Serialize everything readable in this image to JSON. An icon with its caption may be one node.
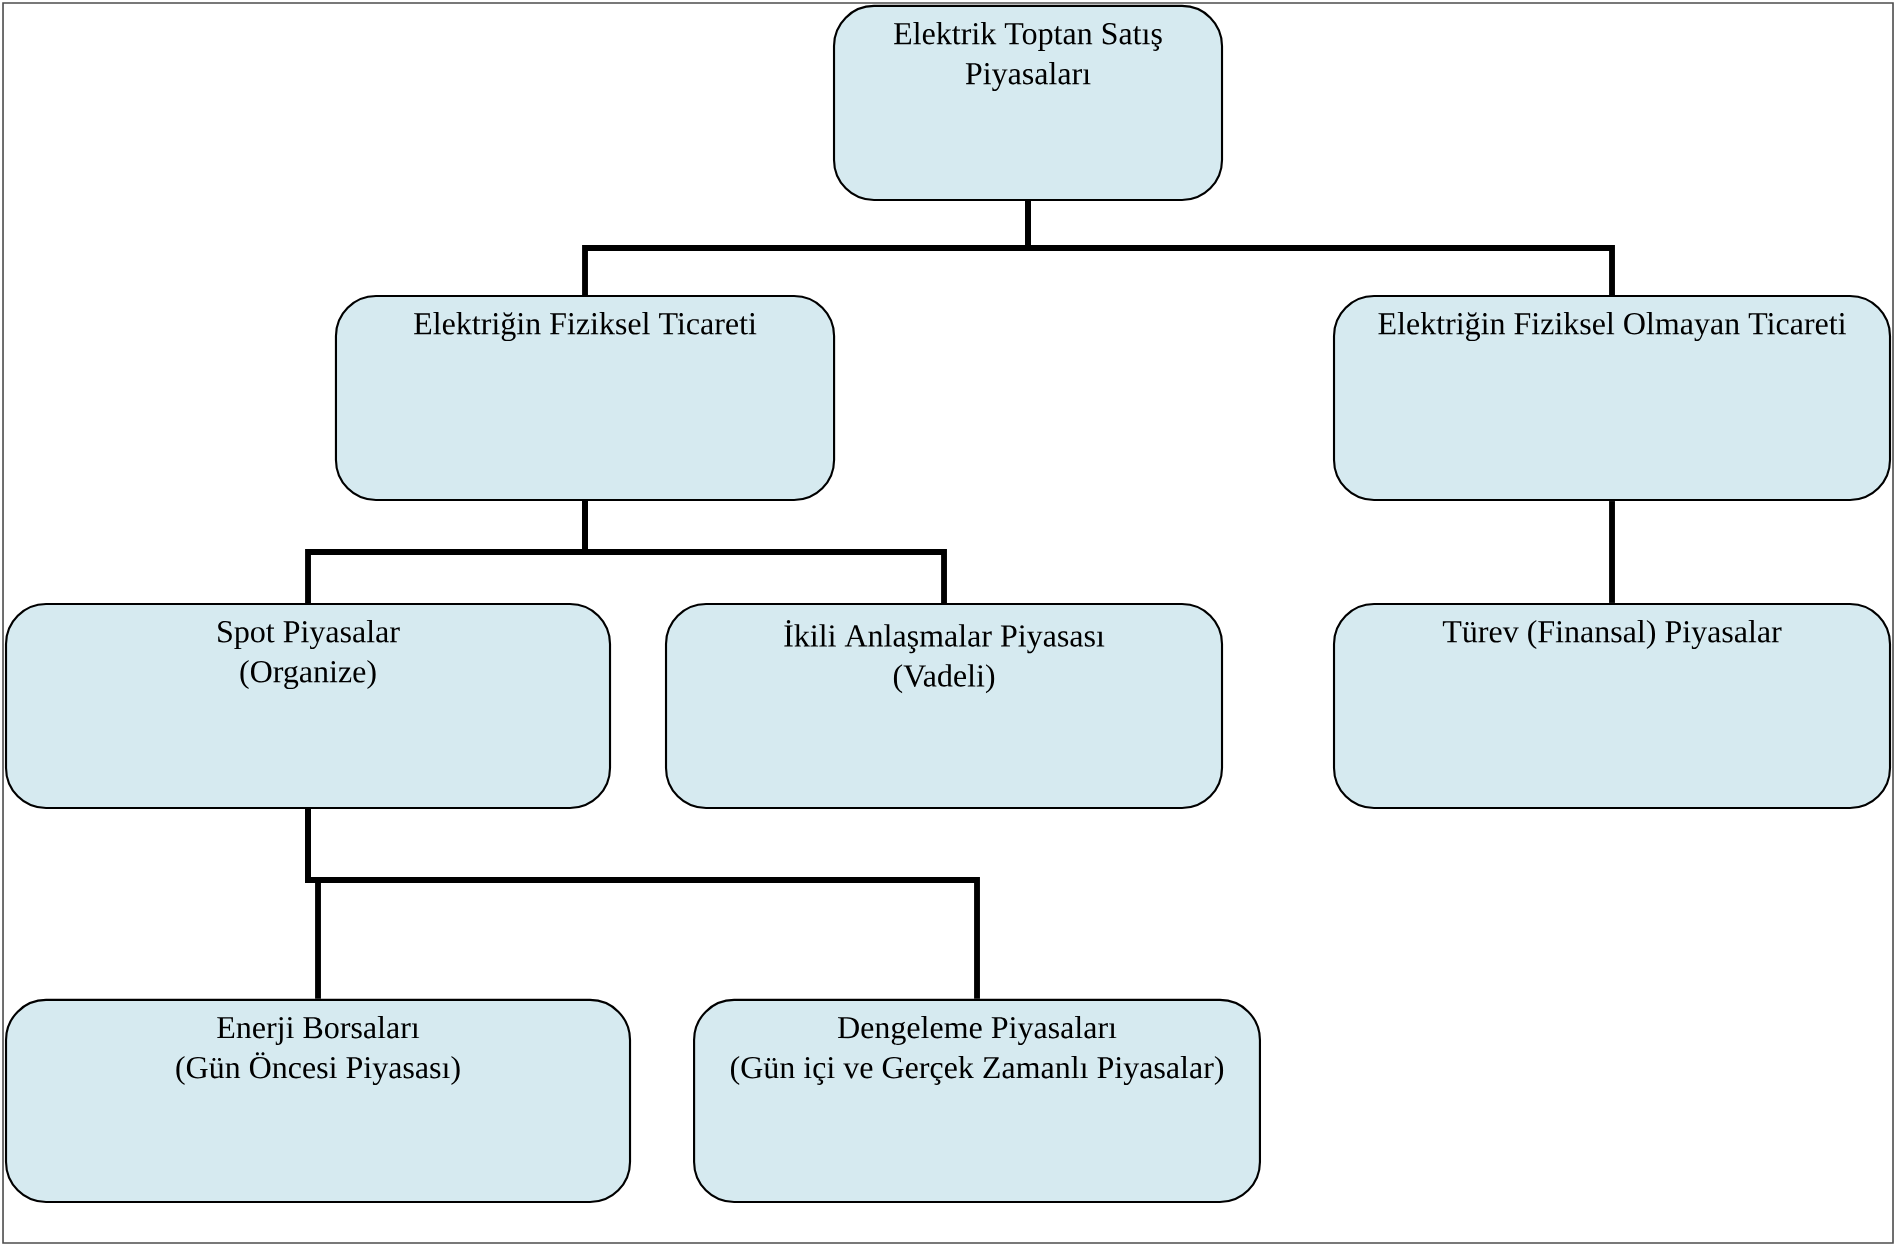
{
  "diagram": {
    "nodes": [
      {
        "text": [
          "Elektrik Toptan Satış Piyasaları"
        ]
      },
      {
        "text": [
          "Elektriğin Fiziksel Ticareti"
        ]
      },
      {
        "text": [
          "Elektriğin Fiziksel Olmayan Ticareti"
        ]
      },
      {
        "text": [
          "Spot Piyasalar",
          "(Organize)"
        ]
      },
      {
        "text": [
          "İkili Anlaşmalar Piyasası",
          "(Vadeli)"
        ]
      },
      {
        "text": [
          "Türev (Finansal) Piyasalar"
        ]
      },
      {
        "text": [
          "Enerji Borsaları",
          "(Gün Öncesi Piyasası)"
        ]
      },
      {
        "text": [
          "Dengeleme Piyasaları",
          "(Gün içi ve Gerçek Zamanlı Piyasalar)"
        ]
      }
    ],
    "edges": [
      {
        "from": 0,
        "to": 1,
        "arrow": "none"
      },
      {
        "from": 0,
        "to": 2,
        "arrow": "none"
      },
      {
        "from": 1,
        "to": 3,
        "arrow": "none"
      },
      {
        "from": 1,
        "to": 4,
        "arrow": "none"
      },
      {
        "from": 2,
        "to": 5,
        "arrow": "none"
      },
      {
        "from": 3,
        "to": 6,
        "arrow": "none"
      },
      {
        "from": 3,
        "to": 7,
        "arrow": "none"
      }
    ]
  }
}
